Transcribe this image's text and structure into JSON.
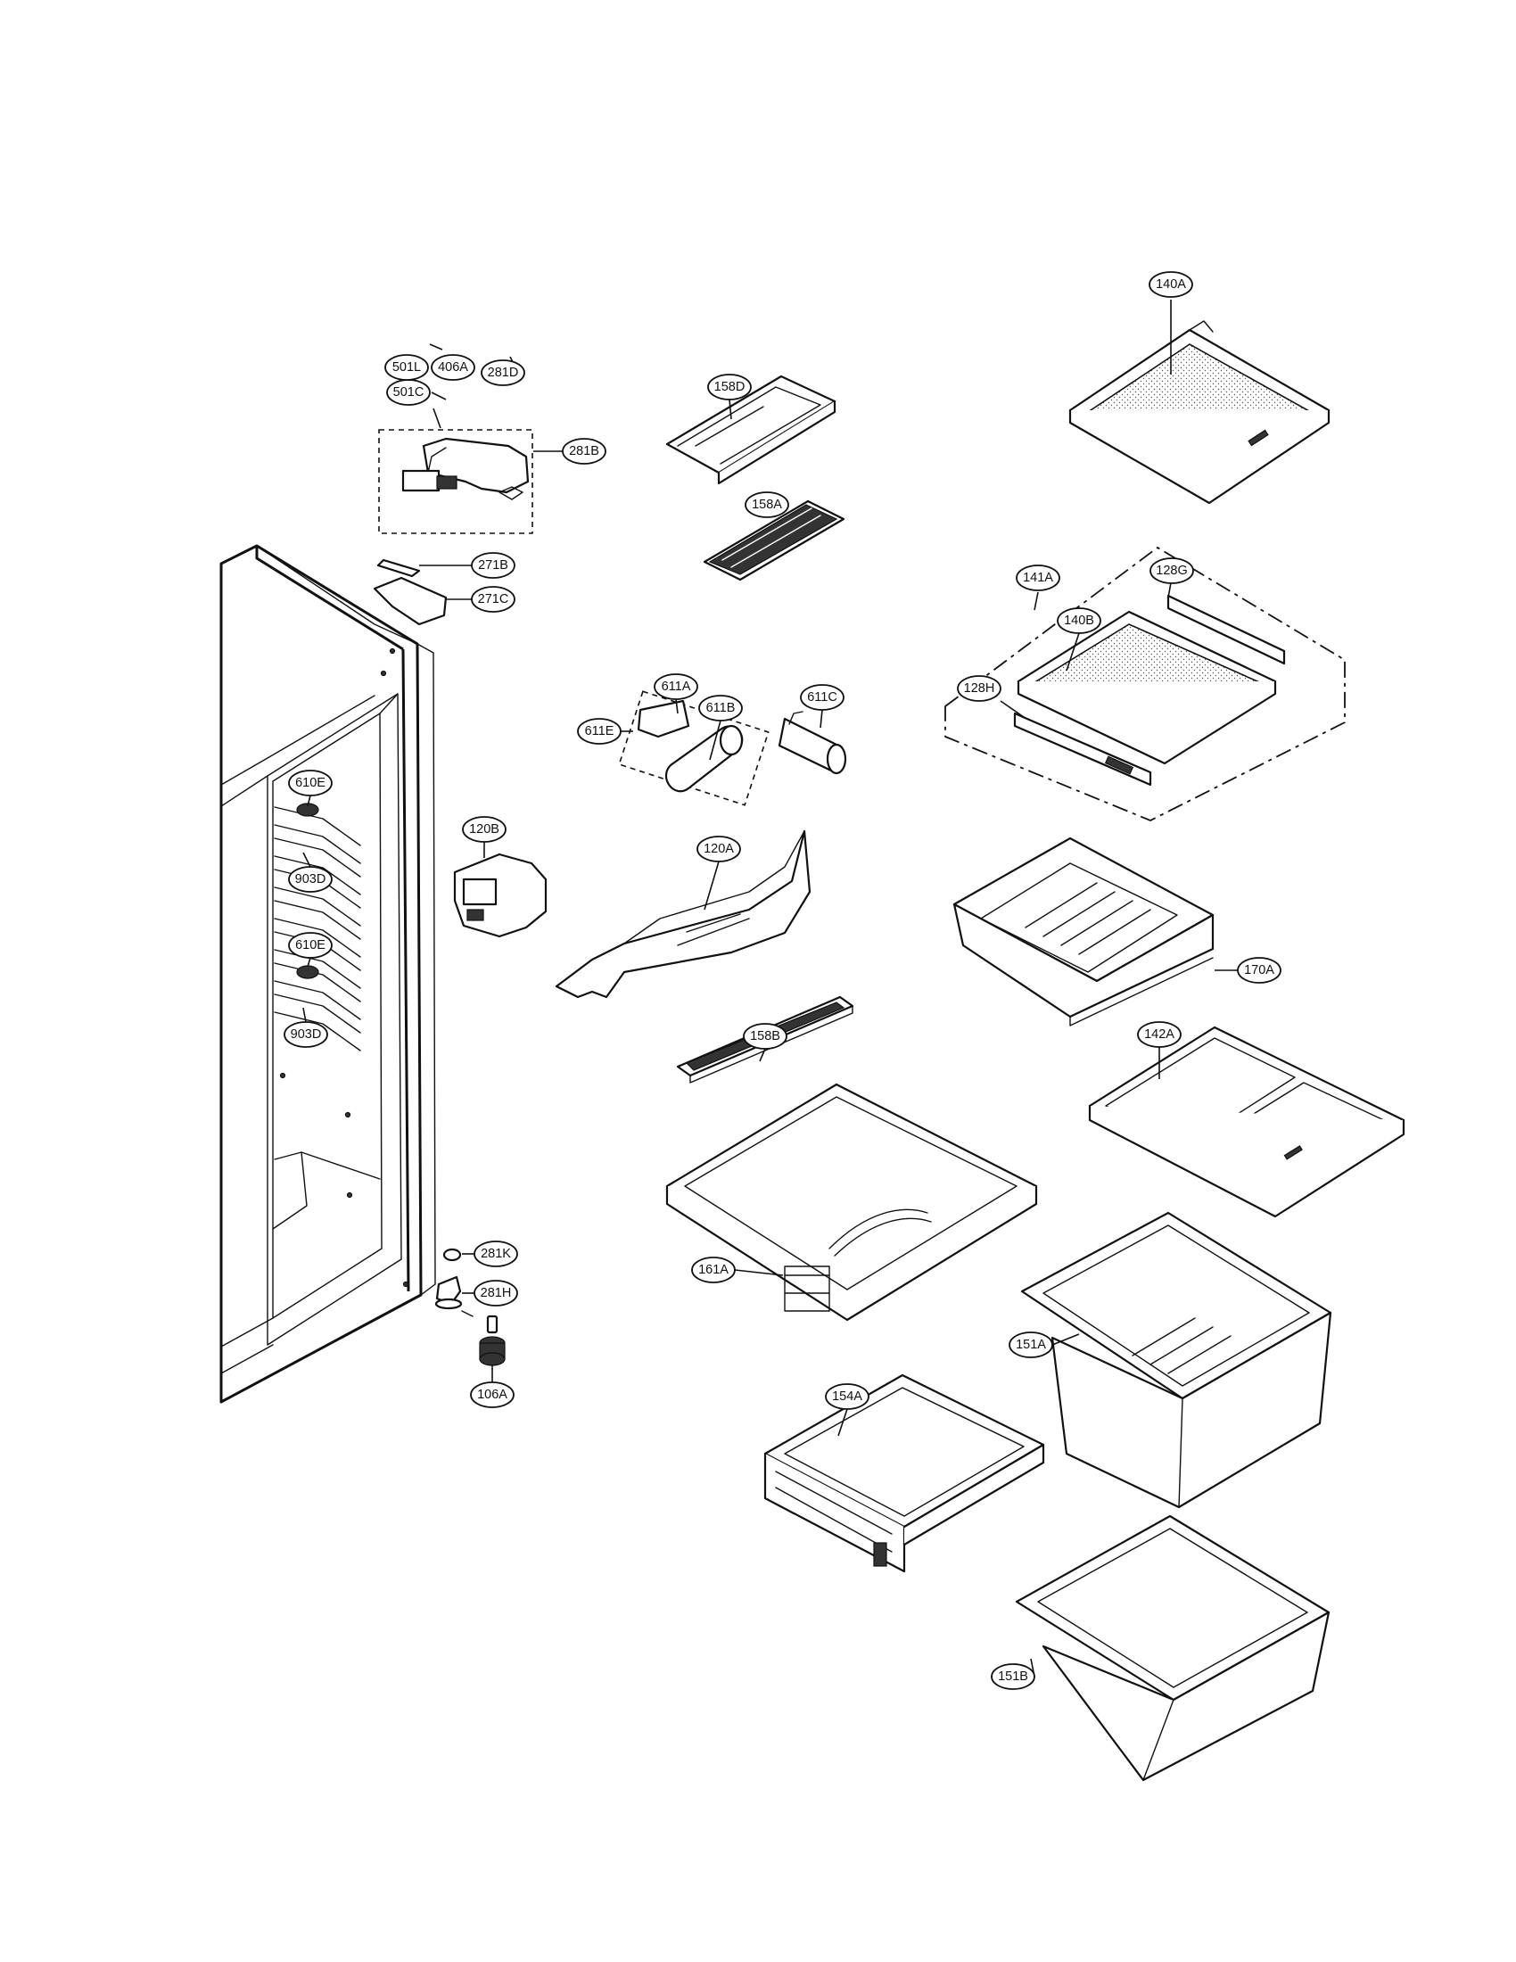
{
  "callouts": {
    "c140A": "140A",
    "c158D": "158D",
    "c281B": "281B",
    "c501C": "501C",
    "c501L": "501L",
    "c406A": "406A",
    "c281D": "281D",
    "c158A": "158A",
    "c271B": "271B",
    "c271C": "271C",
    "c141A": "141A",
    "c128G": "128G",
    "c140B": "140B",
    "c128H": "128H",
    "c611A": "611A",
    "c611B": "611B",
    "c611E": "611E",
    "c611C": "611C",
    "c610E_top": "610E",
    "c120B": "120B",
    "c120A": "120A",
    "c903D_top": "903D",
    "c170A": "170A",
    "c610E_bottom": "610E",
    "c158B": "158B",
    "c903D_bottom": "903D",
    "c142A": "142A",
    "c281K": "281K",
    "c281H": "281H",
    "c161A": "161A",
    "c151A": "151A",
    "c106A": "106A",
    "c154A": "154A",
    "c151B": "151B"
  }
}
